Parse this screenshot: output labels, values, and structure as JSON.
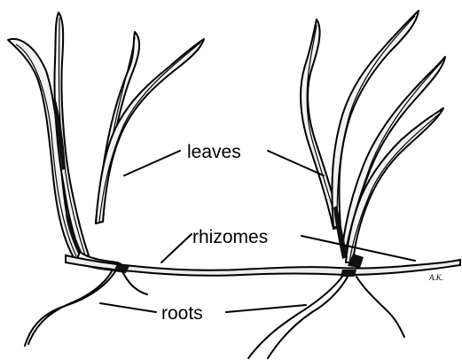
{
  "labels": {
    "leaves": "leaves",
    "rhizomes": "rhizomes",
    "roots": "roots"
  },
  "signature": "A.K.",
  "colors": {
    "ink": "#000000",
    "background": "#ffffff"
  }
}
